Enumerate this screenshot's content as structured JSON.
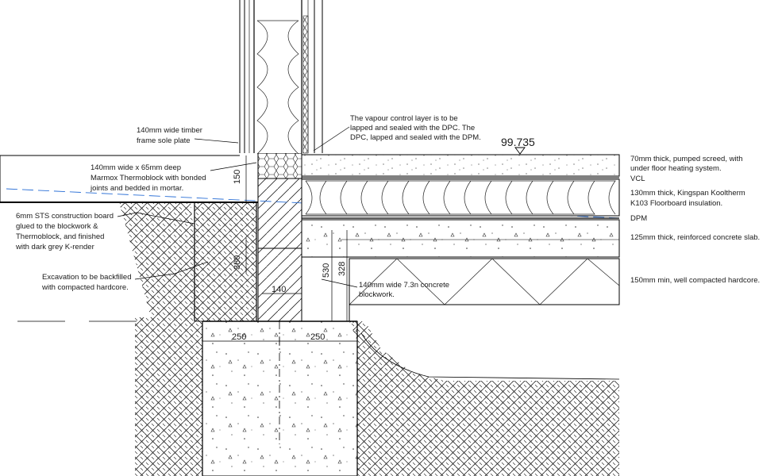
{
  "level_marker": "99.735",
  "labels_left": {
    "sole_plate": [
      "140mm wide timber",
      "frame sole plate"
    ],
    "thermoblock": [
      "140mm wide x 65mm deep",
      "Marmox Thermoblock with bonded",
      "joints and bedded in mortar."
    ],
    "sts_board": [
      "6mm STS construction board",
      "glued to the blockwork &",
      "Thermoblock, and finished",
      "with dark grey K-render"
    ],
    "excavation": [
      "Excavation to be backfilled",
      "with compacted hardcore."
    ]
  },
  "labels_center": {
    "vapour": [
      "The vapour control layer is to be",
      "lapped and sealed with the DPC. The",
      "DPC, lapped and sealed with the DPM."
    ],
    "blockwork": [
      "140mm wide 7.3n concrete",
      "blockwork."
    ]
  },
  "labels_right": {
    "screed": [
      "70mm thick, pumped screed, with",
      "under floor heating system."
    ],
    "vcl": "VCL",
    "insulation": [
      "130mm thick, Kingspan Kooltherm",
      "K103 Floorboard insulation."
    ],
    "dpm": "DPM",
    "slab": "125mm thick, reinforced concrete slab.",
    "hardcore": "150mm min, well compacted hardcore."
  },
  "dimensions": {
    "d150": "150",
    "d380": "380",
    "d530": "530",
    "d328": "328",
    "d140": "140",
    "d250_left": "250",
    "d250_right": "250"
  }
}
